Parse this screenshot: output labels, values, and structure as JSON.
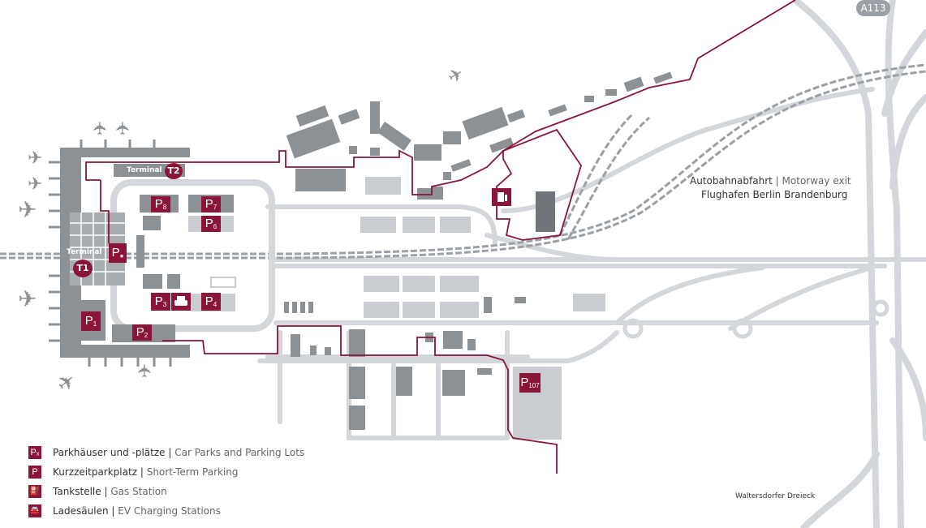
{
  "colors": {
    "accent": "#8a1538",
    "road": "#d3d7db",
    "building": "#8c9196",
    "lot": "#c9cdd1"
  },
  "highway_badge": "A113",
  "motorway_exit": {
    "de": "Autobahnabfahrt",
    "en": "Motorway exit",
    "name": "Flughafen Berlin Brandenburg"
  },
  "junction": "Waltersdorfer Dreieck",
  "terminals": [
    {
      "id": "T1",
      "label": "Terminal"
    },
    {
      "id": "T2",
      "label": "Terminal"
    }
  ],
  "parking": {
    "p1": "1",
    "p2": "2",
    "p3": "3",
    "p4": "4",
    "p6": "6",
    "p7": "7",
    "p8": "8",
    "p107": "107"
  },
  "marker_letter": "P",
  "legend": [
    {
      "icon": "parking-icon",
      "symbol": "Pₓ",
      "de": "Parkhäuser und -plätze",
      "en": "Car Parks and Parking Lots"
    },
    {
      "icon": "short-term-parking-icon",
      "symbol": "P",
      "de": "Kurzzeitparkplatz",
      "en": "Short-Term Parking"
    },
    {
      "icon": "gas-station-icon",
      "symbol": "⛽",
      "de": "Tankstelle",
      "en": "Gas Station"
    },
    {
      "icon": "ev-charging-icon",
      "symbol": "🚘",
      "de": "Ladesäulen",
      "en": "EV Charging Stations"
    }
  ],
  "separator": "|"
}
